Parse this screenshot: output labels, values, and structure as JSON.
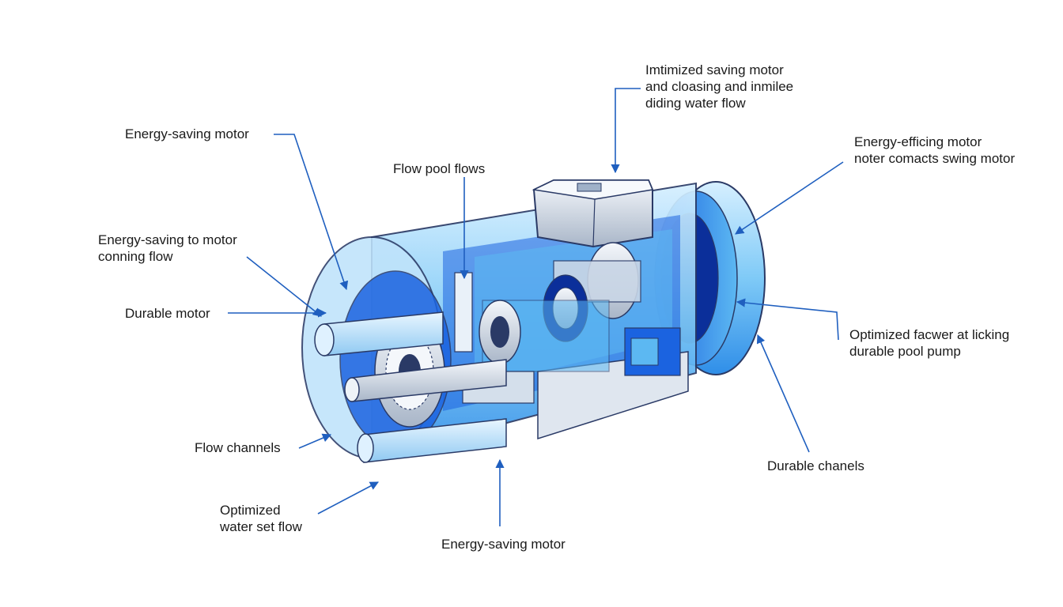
{
  "colors": {
    "leader": "#1f5fbf",
    "outline": "#2a3a66",
    "blue_light": "#bfe3fb",
    "blue_mid": "#5cb8f2",
    "blue_deep": "#1b63e0",
    "blue_dark": "#0b2f9a",
    "metal": "#dfe6ef"
  },
  "labels": {
    "top_center": [
      "Imtimized saving motor",
      "and cloasing and inmilee",
      "diding water flow"
    ],
    "energy_saving_motor_top": [
      "Energy-saving motor"
    ],
    "flow_pool_flows": [
      "Flow pool flows"
    ],
    "energy_efficing_motor": [
      "Energy-efficing motor",
      "noter comacts swing motor"
    ],
    "energy_saving_to_motor": [
      "Energy-saving to motor",
      "conning flow"
    ],
    "durable_motor": [
      "Durable motor"
    ],
    "optimized_facwer": [
      "Optimized facwer at licking",
      "durable pool pump"
    ],
    "flow_channels": [
      "Flow channels"
    ],
    "durable_chanels": [
      "Durable chanels"
    ],
    "optimized_water": [
      "Optimized",
      "water set flow"
    ],
    "energy_saving_motor_bottom": [
      "Energy-saving motor"
    ]
  }
}
